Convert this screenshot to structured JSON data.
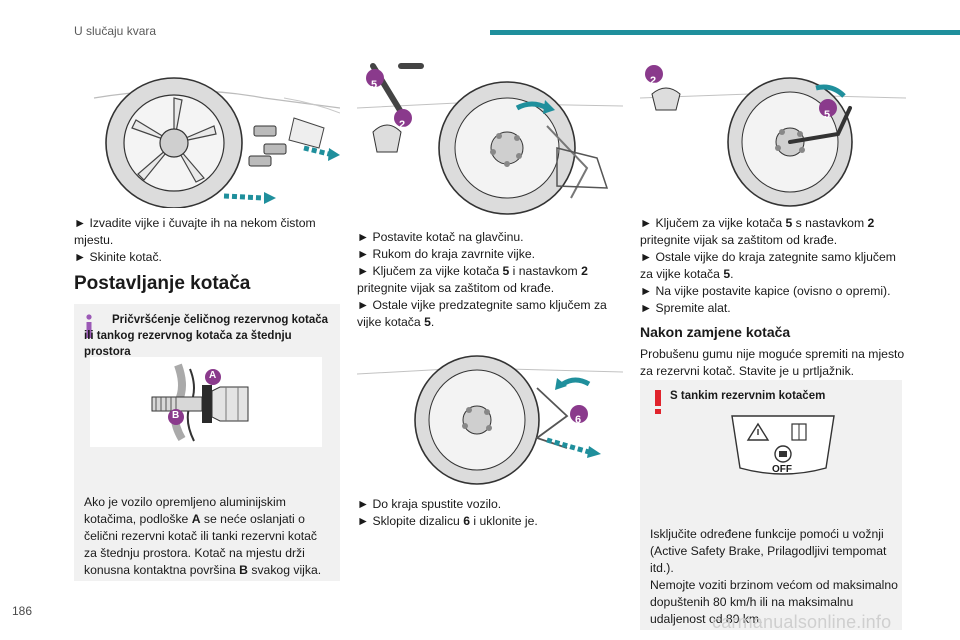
{
  "header": {
    "title": "U slučaju kvara",
    "accent_color": "#1f8f9c"
  },
  "page_number": "186",
  "watermark": "carmanualsonline.info",
  "column1": {
    "steps": [
      "► Izvadite vijke i čuvajte ih na nekom čistom mjestu.",
      "► Skinite kotač."
    ],
    "section_title": "Postavljanje kotača",
    "info_box": {
      "icon": "info-icon",
      "title": "Pričvršćenje čeličnog rezervnog kotača ili tankog rezervnog kotača za štednju prostora",
      "badge_a": "A",
      "badge_b": "B",
      "body_parts": [
        "Ako je vozilo opremljeno aluminijskim kotačima, podloške ",
        "A",
        " se neće oslanjati o čelični rezervni kotač ili tanki rezervni kotač za štednju prostora. Kotač na mjestu drži konusna kontaktna površina ",
        "B",
        " svakog vijka."
      ]
    }
  },
  "column2": {
    "badge_5": "5",
    "badge_2": "2",
    "badge_6": "6",
    "steps": [
      [
        "► Postavite kotač na glavčinu."
      ],
      [
        "► Rukom do kraja zavrnite vijke."
      ],
      [
        "► Ključem za vijke kotača ",
        "5",
        " i nastavkom ",
        "2",
        " pritegnite vijak sa zaštitom od krađe."
      ],
      [
        "► Ostale vijke predzategnite samo ključem za vijke kotača ",
        "5",
        "."
      ]
    ],
    "steps_b": [
      [
        "► Do kraja spustite vozilo."
      ],
      [
        "► Sklopite dizalicu ",
        "6",
        " i uklonite je."
      ]
    ]
  },
  "column3": {
    "badge_2": "2",
    "badge_5": "5",
    "steps": [
      [
        "► Ključem za vijke kotača ",
        "5",
        " s nastavkom ",
        "2",
        " pritegnite vijak sa zaštitom od krađe."
      ],
      [
        "► Ostale vijke do kraja zategnite samo ključem za vijke kotača ",
        "5",
        "."
      ],
      [
        "► Na vijke postavite kapice (ovisno o opremi)."
      ],
      [
        "► Spremite alat."
      ]
    ],
    "sub_title": "Nakon zamjene kotača",
    "paragraph": "Probušenu gumu nije moguće spremiti na mjesto za rezervni kotač. Stavite je u prtljažnik.",
    "warning_box": {
      "icon": "warning-icon",
      "title": "S tankim rezervnim kotačem",
      "button_label": "OFF",
      "body": "Isključite određene funkcije pomoći u vožnji (Active Safety Brake, Prilagodljivi tempomat itd.).",
      "body2": "Nemojte voziti brzinom većom od maksimalno dopuštenih 80 km/h ili na maksimalnu udaljenost od 80 km."
    }
  },
  "colors": {
    "accent": "#1f8f9c",
    "warning": "#e0232c",
    "info": "#9b59b6",
    "badge": "#8a3a8c",
    "arrow": "#1f8f9c",
    "box_bg": "#f1f1f1"
  }
}
